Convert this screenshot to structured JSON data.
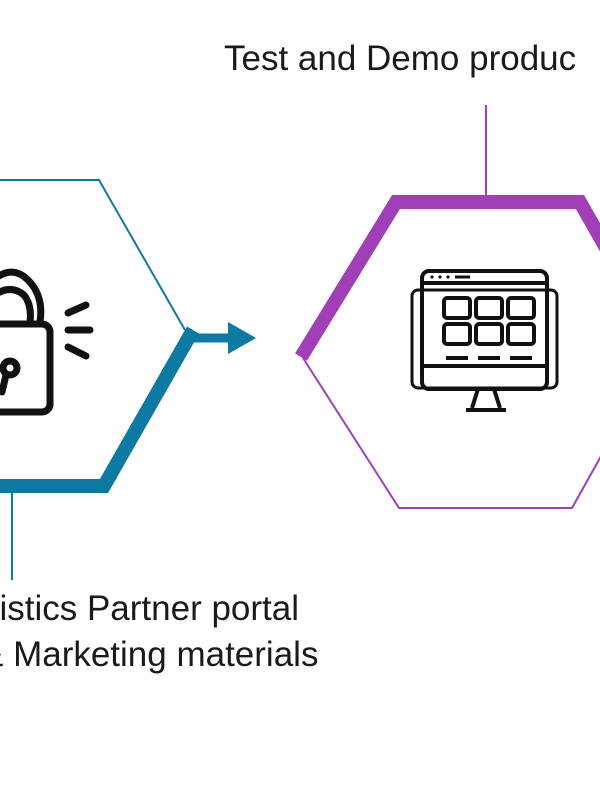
{
  "colors": {
    "blue_accent": "#0e7aa3",
    "purple_accent": "#a03fb8",
    "icon_stroke": "#111111"
  },
  "icons": {
    "left_hexagon": "unlocked-padlock-icon",
    "right_hexagon": "dashboard-monitor-icon",
    "connector": "arrow-right-icon"
  },
  "labels": {
    "top": "Test and Demo produc",
    "bottom_line1": "gistics Partner portal",
    "bottom_line2": "& Marketing materials"
  }
}
